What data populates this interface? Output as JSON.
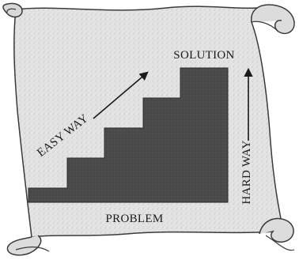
{
  "diagram": {
    "bottom_label": "PROBLEM",
    "top_label": "SOLUTION",
    "diagonal_label": "EASY WAY",
    "vertical_label": "HARD WAY",
    "step_count": 5,
    "colors": {
      "scroll_fill": "#e6e6e6",
      "scroll_outline": "#3a3a3a",
      "stairs": "#4a4a4a",
      "text": "#1a1a1a"
    }
  }
}
